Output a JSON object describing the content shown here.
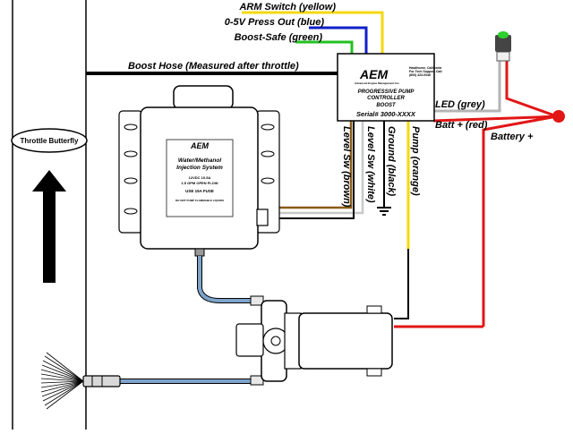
{
  "wire_labels": {
    "arm_switch": "ARM Switch (yellow)",
    "press_out": "0-5V Press Out (blue)",
    "boost_safe": "Boost-Safe (green)",
    "boost_hose": "Boost Hose (Measured after throttle)",
    "led": "LED (grey)",
    "batt": "Batt + (red)",
    "battery": "Battery +",
    "level_sw_brown": "Level Sw (brown)",
    "level_sw_white": "Level Sw (white)",
    "ground": "Ground (black)",
    "pump": "Pump (orange)"
  },
  "throttle": {
    "label": "Throttle Butterfly"
  },
  "controller": {
    "logo": "AEM",
    "address_lines": [
      "Hawthorne, California",
      "For Tech Support Call:",
      "(800) 423-0046"
    ],
    "subtitle_small": "Advanced Engine Management Inc.",
    "title1": "PROGRESSIVE PUMP",
    "title2": "CONTROLLER",
    "mode": "BOOST",
    "serial": "Serial# 3000-XXXX"
  },
  "tank": {
    "logo": "AEM",
    "title1": "Water/Methanol",
    "title2": "Injection System",
    "spec1": "12VDC 10.5A",
    "spec2": "1.5 GPM OPEN FLOW",
    "fuse": "USE 15A FUSE",
    "warning": "DO NOT PUMP FLAMMABLE LIQUIDS"
  },
  "colors": {
    "yellow": "#f5d80f",
    "blue": "#1020c8",
    "green": "#22c022",
    "red": "#e21616",
    "grey": "#b4b4b4",
    "brown": "#8a5a14",
    "orange": "#f5d80f",
    "hose": "#7ea4cc"
  }
}
